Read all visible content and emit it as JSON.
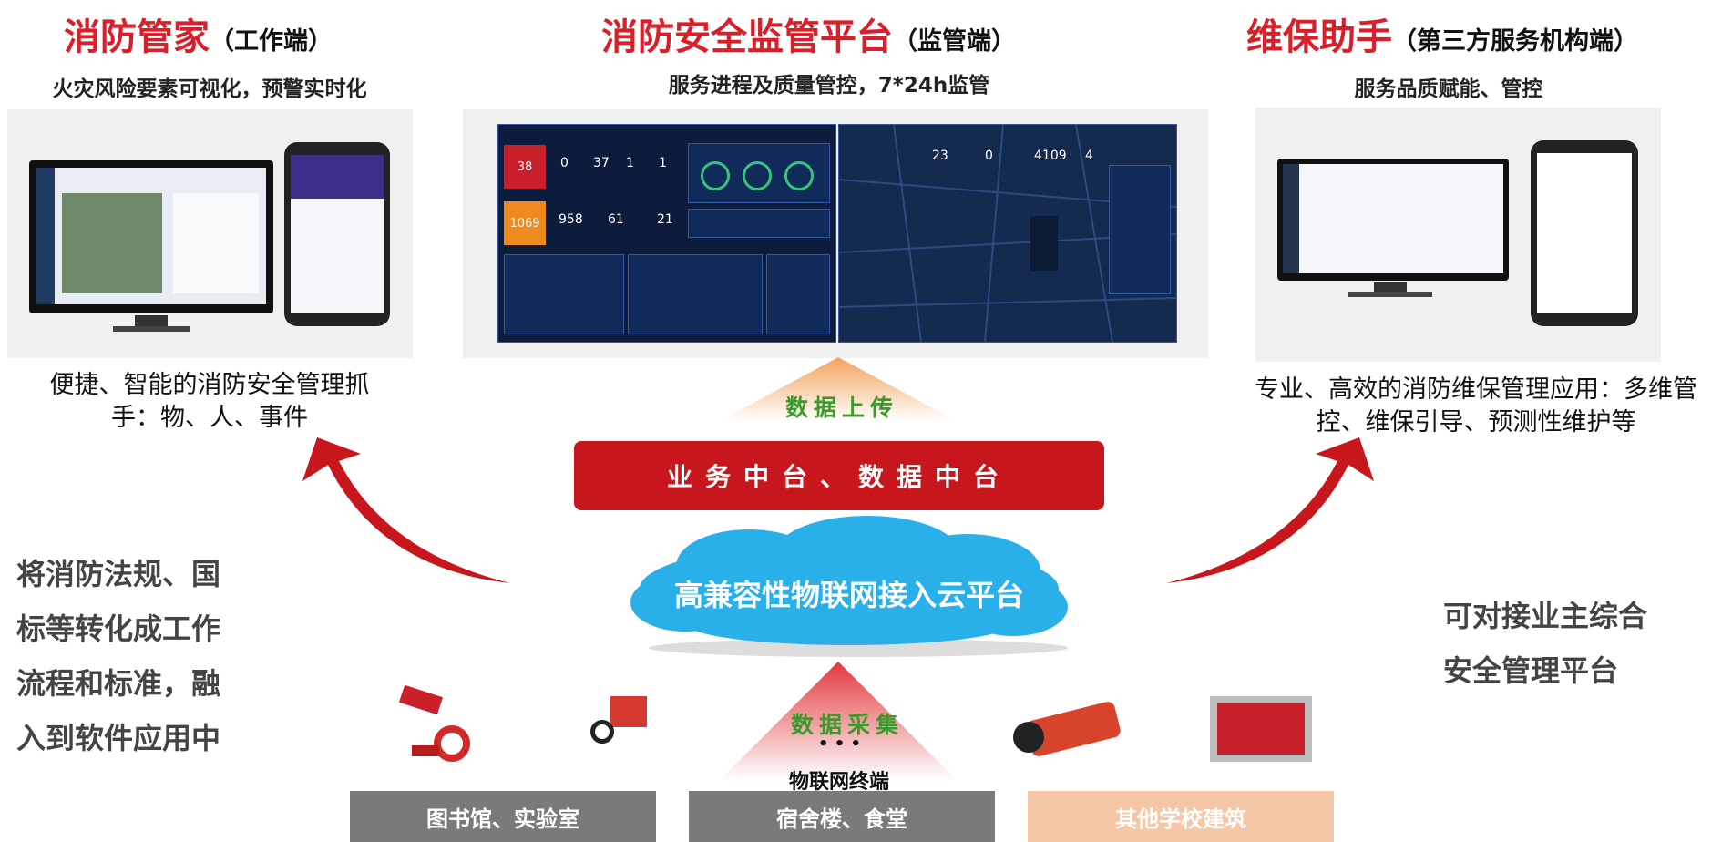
{
  "left": {
    "title_main": "消防管家",
    "title_sub": "（工作端）",
    "subtitle": "火灾风险要素可视化，预警实时化",
    "desc_line1": "便捷、智能的消防安全管理抓",
    "desc_line2": "手：物、人、事件",
    "side_lines": [
      "将消防法规、国",
      "标等转化成工作",
      "流程和标准，融",
      "入到软件应用中"
    ]
  },
  "center": {
    "title_main": "消防安全监管平台",
    "title_sub": "（监管端）",
    "subtitle": "服务进程及质量管控，7*24h监管",
    "dash_stats": [
      "38",
      "0",
      "37",
      "1",
      "1",
      "1069",
      "958",
      "61",
      "21"
    ],
    "map_stats": [
      "23",
      "0",
      "4109",
      "4"
    ],
    "data_upload": "数据上传",
    "middle_platform": "业务中台、数据中台",
    "cloud_label": "高兼容性物联网接入云平台",
    "data_collect": "数据采集",
    "dots": "• • •",
    "iot_terminal": "物联网终端"
  },
  "right": {
    "title_main": "维保助手",
    "title_sub": "（第三方服务机构端）",
    "subtitle": "服务品质赋能、管控",
    "desc_line1": "专业、高效的消防维保管理应用：多维管",
    "desc_line2": "控、维保引导、预测性维护等",
    "side_lines": [
      "可对接业主综合",
      "安全管理平台"
    ]
  },
  "bottom": {
    "boxes": [
      "图书馆、实验室",
      "宿舍楼、食堂",
      "其他学校建筑"
    ]
  },
  "colors": {
    "red": "#d9202a",
    "bar_red": "#c8161d",
    "green": "#3a9a2a",
    "cloud": "#2ab0e8",
    "gray_box": "#7a7a7a",
    "peach_box": "#f5c7a6"
  }
}
